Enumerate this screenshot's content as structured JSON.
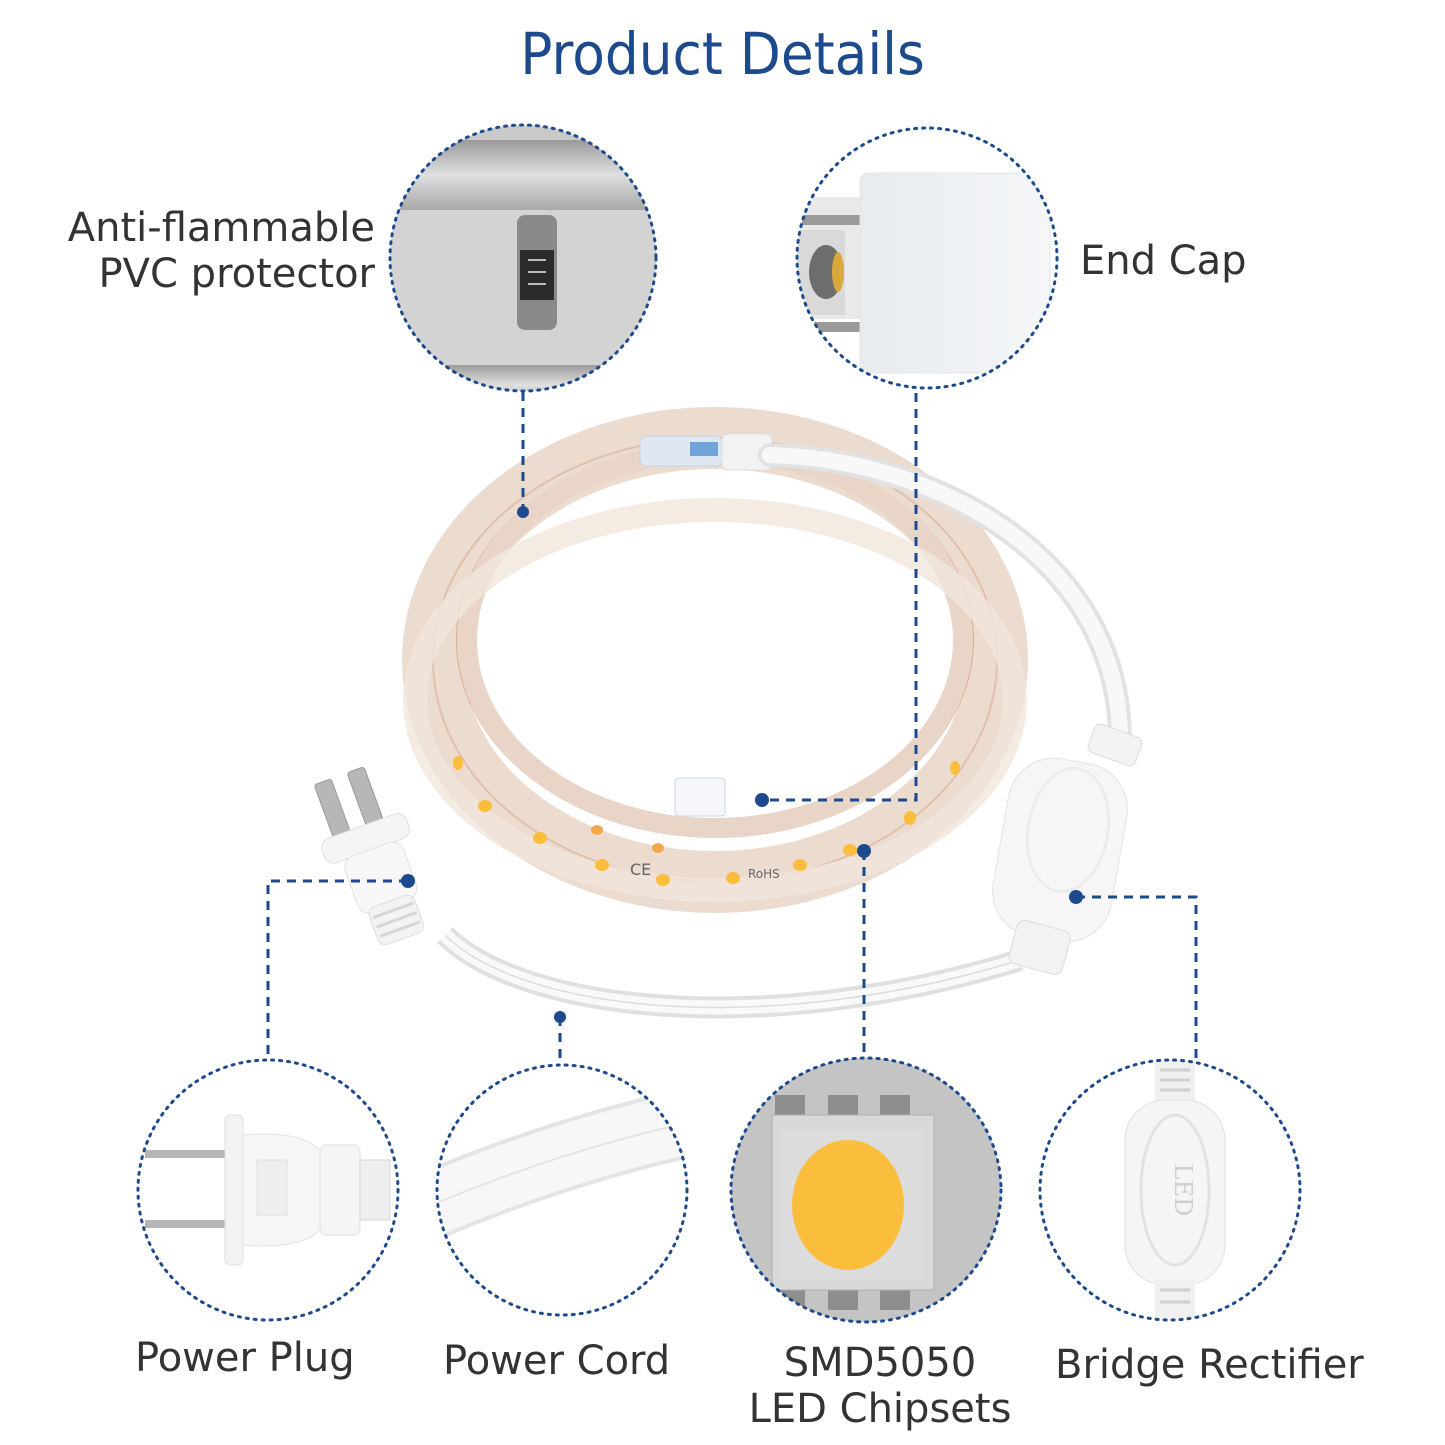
{
  "page": {
    "title": "Product Details",
    "accent_color": "#1d4a8c",
    "text_color": "#333333"
  },
  "callouts": [
    {
      "id": "pvc",
      "label_lines": [
        "Anti-flammable",
        "PVC protector"
      ],
      "icon": "resistor-closeup-icon"
    },
    {
      "id": "endcap",
      "label_lines": [
        "End Cap"
      ],
      "icon": "end-cap-closeup-icon"
    },
    {
      "id": "plug",
      "label_lines": [
        "Power Plug"
      ],
      "icon": "power-plug-icon"
    },
    {
      "id": "cord",
      "label_lines": [
        "Power Cord"
      ],
      "icon": "power-cord-icon"
    },
    {
      "id": "chip",
      "label_lines": [
        "SMD5050",
        "LED Chipsets"
      ],
      "icon": "led-chip-icon"
    },
    {
      "id": "rectifier",
      "label_lines": [
        "Bridge Rectifier"
      ],
      "icon": "bridge-rectifier-icon"
    }
  ],
  "product": {
    "name": "LED strip light coil",
    "markings": [
      "CE",
      "RoHS"
    ],
    "rectifier_marking": "LED",
    "led_color": "#fbbd3c"
  }
}
